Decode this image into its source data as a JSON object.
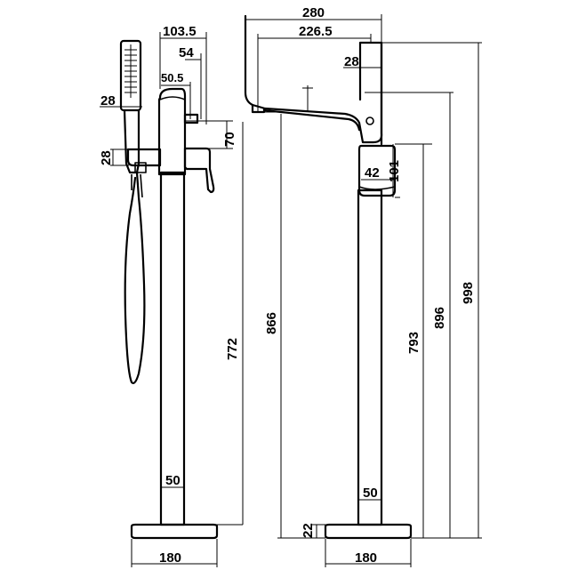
{
  "drawing": {
    "side_view": {
      "dims": {
        "top_width": "103.5",
        "handle_offset": "54",
        "spout_offset": "50.5",
        "handset_width": "28",
        "holder_height": "28",
        "lever_height": "70",
        "column_height": "772",
        "column_diameter": "50",
        "base_width": "180"
      }
    },
    "front_view": {
      "dims": {
        "spout_reach": "280",
        "spout_inner": "226.5",
        "column_width": "28",
        "lever_width": "42",
        "lever_height": "101",
        "outlet_height": "866",
        "handle_height": "793",
        "spout_height": "896",
        "total_height": "998",
        "column_diameter": "50",
        "base_thickness": "22",
        "base_width": "180"
      }
    }
  }
}
